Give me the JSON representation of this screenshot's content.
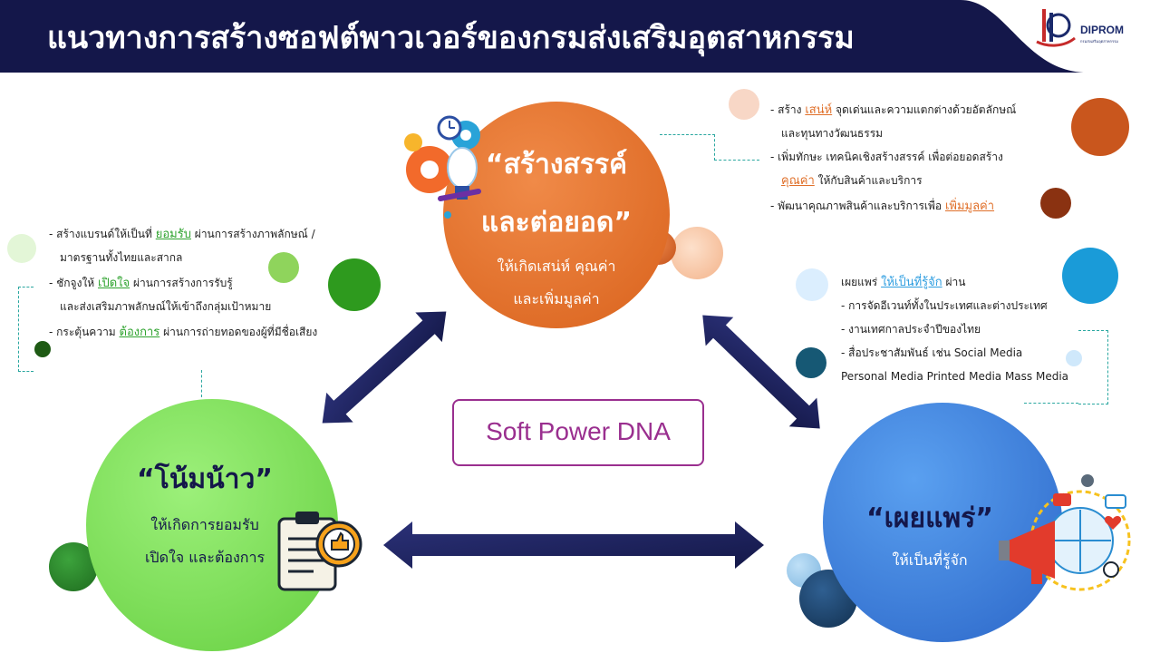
{
  "header": {
    "title": "แนวทางการสร้างซอฟต์พาวเวอร์ของกรมส่งเสริมอุตสาหกรรม",
    "logo_text": "DIPROM",
    "logo_sub": "กรมส่งเสริมอุตสาหกรรม"
  },
  "center_box": {
    "label": "Soft Power DNA"
  },
  "circles": {
    "create": {
      "title_line1": "“สร้างสรรค์",
      "title_line2": "และต่อยอด”",
      "sub_line1": "ให้เกิดเสน่ห์  คุณค่า",
      "sub_line2": "และเพิ่มมูลค่า"
    },
    "lead": {
      "title": "“โน้มน้าว”",
      "sub_line1": "ให้เกิดการยอมรับ",
      "sub_line2": "เปิดใจ  และต้องการ"
    },
    "spread": {
      "title": "“เผยแพร่”",
      "sub": "ให้เป็นที่รู้จัก"
    }
  },
  "notes_create": {
    "l1_pre": "-  สร้าง ",
    "l1_kw": "เสน่ห์",
    "l1_post": " จุดเด่นและความแตกต่างด้วยอัตลักษณ์",
    "l2": "และทุนทางวัฒนธรรม",
    "l3": "-  เพิ่มทักษะ  เทคนิคเชิงสร้างสรรค์  เพื่อต่อยอดสร้าง",
    "l4_kw": "คุณค่า",
    "l4_post": " ให้กับสินค้าและบริการ",
    "l5_pre": "-  พัฒนาคุณภาพสินค้าและบริการเพื่อ  ",
    "l5_kw": "เพิ่มมูลค่า"
  },
  "notes_lead": {
    "l1_pre": "-  สร้างแบรนด์ให้เป็นที่  ",
    "l1_kw": "ยอมรับ",
    "l1_post": "  ผ่านการสร้างภาพลักษณ์   /",
    "l2": "มาตรฐานทั้งไทยและสากล",
    "l3_pre": "-  ชักจูงให้  ",
    "l3_kw": "เปิดใจ",
    "l3_post": "  ผ่านการสร้างการรับรู้",
    "l4": "และส่งเสริมภาพลักษณ์ให้เข้าถึงกลุ่มเป้าหมาย",
    "l5_pre": "-  กระตุ้นความ  ",
    "l5_kw": "ต้องการ",
    "l5_post": "  ผ่านการถ่ายทอดของผู้ที่มีชื่อเสียง"
  },
  "notes_spread": {
    "l1_pre": "เผยแพร่  ",
    "l1_kw": "ให้เป็นที่รู้จัก",
    "l1_post": "  ผ่าน",
    "l2": "-  การจัดอีเวนท์ทั้งในประเทศและต่างประเทศ",
    "l3": "-  งานเทศกาลประจำปีของไทย",
    "l4": "-  สื่อประชาสัมพันธ์  เช่น  Social Media",
    "l5": "Personal Media Printed Media Mass Media"
  },
  "colors": {
    "header": "#14174a",
    "orange": "#e8732f",
    "green": "#8fe06a",
    "blue": "#4a8fe0",
    "arrow": "#1c2160",
    "dna": "#9a2f8f"
  }
}
